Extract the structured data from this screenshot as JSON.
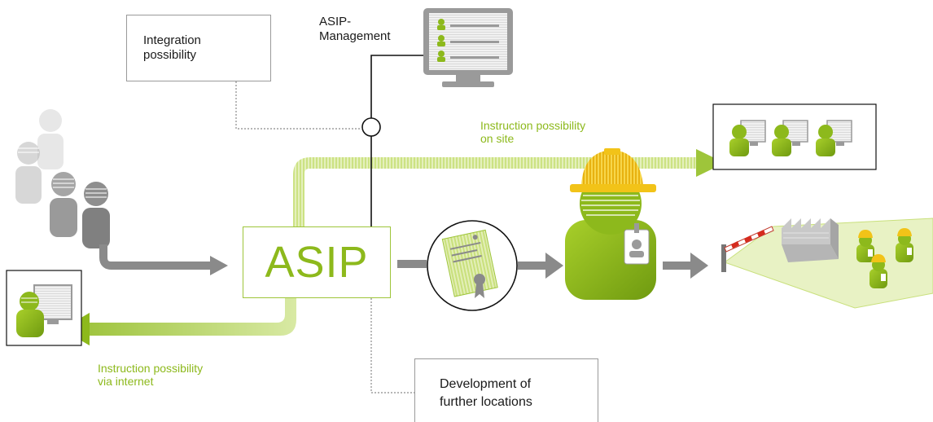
{
  "labels": {
    "integration": "Integration\npossibility",
    "management": "ASIP-\nManagement",
    "asip": "ASIP",
    "on_site": "Instruction possibility\non site",
    "internet": "Instruction possibility\nvia internet",
    "development": "Development of\nfurther locations"
  },
  "colors": {
    "accent_green": "#8db91c",
    "light_green": "#d4e79a",
    "gray": "#8a8a8a",
    "helmet_yellow": "#f2c318"
  }
}
